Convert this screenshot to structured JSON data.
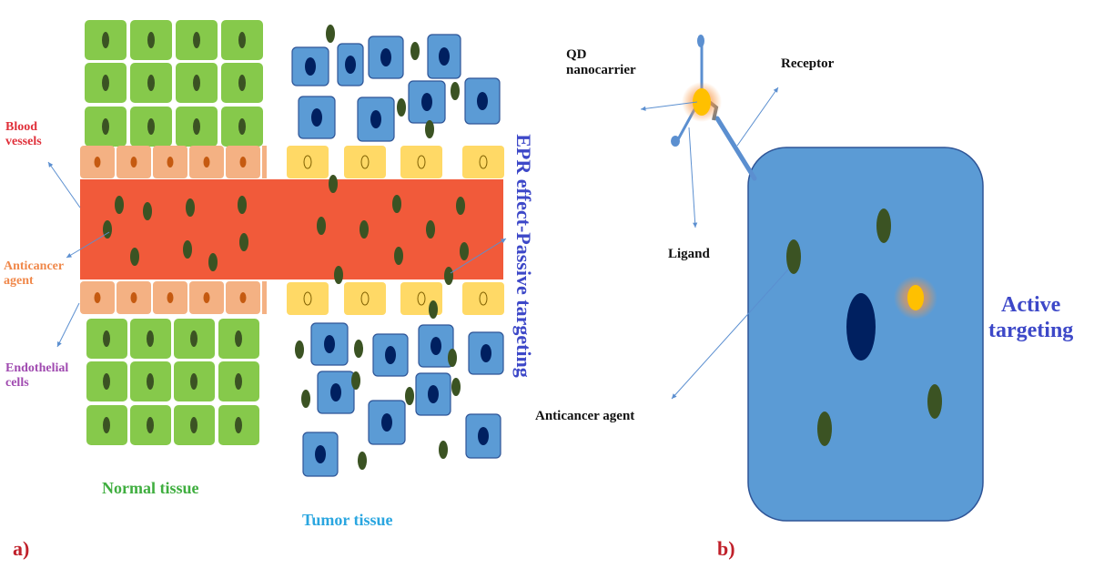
{
  "panel_a": {
    "label": "a)",
    "blood_vessels_label": "Blood\nvessels",
    "anticancer_agent_label": "Anticancer\nagent",
    "endothelial_cells_label": "Endothelial\ncells",
    "normal_tissue_label": "Normal tissue",
    "tumor_tissue_label": "Tumor tissue",
    "epr_label": "EPR effect-Passive targeting"
  },
  "panel_b": {
    "label": "b)",
    "qd_nanocarrier_label": "QD\nnanocarrier",
    "receptor_label": "Receptor",
    "ligand_label": "Ligand",
    "anticancer_agent_label": "Anticancer agent",
    "active_targeting_label": "Active\ntargeting"
  },
  "colors": {
    "normal_cell": "#86c94b",
    "tumor_cell": "#5b9bd5",
    "vessel": "#f15a3a",
    "endothelial_normal": "#f4b183",
    "endothelial_tumor": "#ffd966",
    "drug": "#3b5323",
    "nucleus_dark": "#002060",
    "qd_core": "#ffc000",
    "arrow": "#5b8fd0",
    "epr_text": "#3d48c8"
  }
}
